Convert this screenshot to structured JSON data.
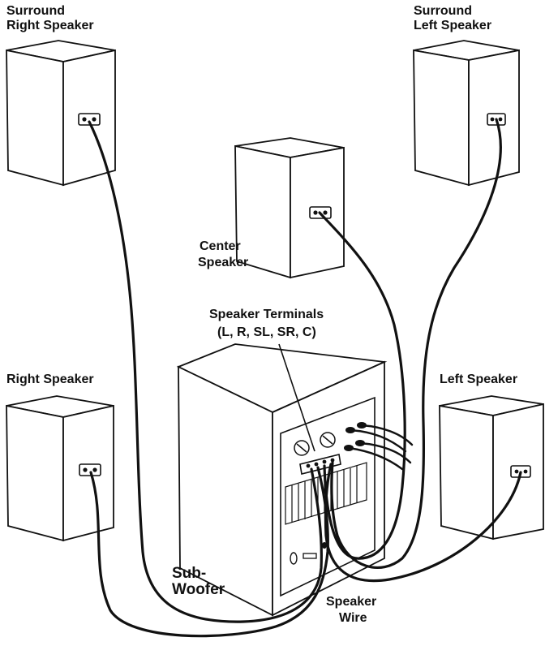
{
  "labels": {
    "surround_right_1": "Surround",
    "surround_right_2": "Right Speaker",
    "surround_left_1": "Surround",
    "surround_left_2": "Left Speaker",
    "center_1": "Center",
    "center_2": "Speaker",
    "terminals_1": "Speaker Terminals",
    "terminals_2": "(L, R, SL, SR, C)",
    "right_speaker": "Right Speaker",
    "left_speaker": "Left Speaker",
    "subwoofer_1": "Sub-",
    "subwoofer_2": "Woofer",
    "wire_1": "Speaker",
    "wire_2": "Wire"
  }
}
